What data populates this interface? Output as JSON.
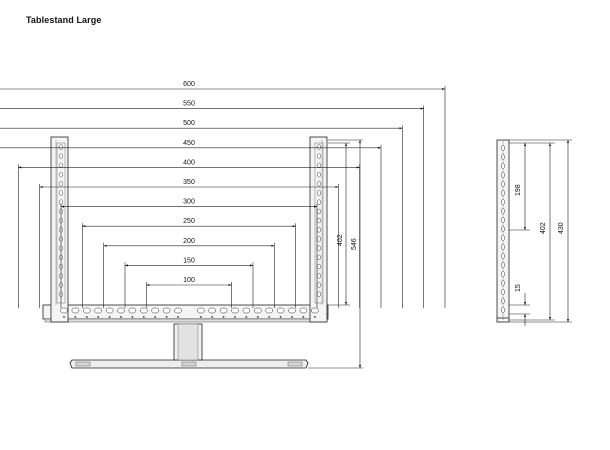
{
  "title": "Tablestand Large",
  "front_view": {
    "horizontal_dimensions": [
      "600",
      "550",
      "500",
      "450",
      "400",
      "350",
      "300",
      "250",
      "200",
      "150",
      "100"
    ],
    "vertical_dimensions": [
      "402",
      "546"
    ]
  },
  "side_view": {
    "vertical_dimensions": [
      "198",
      "402",
      "430",
      "15"
    ]
  }
}
